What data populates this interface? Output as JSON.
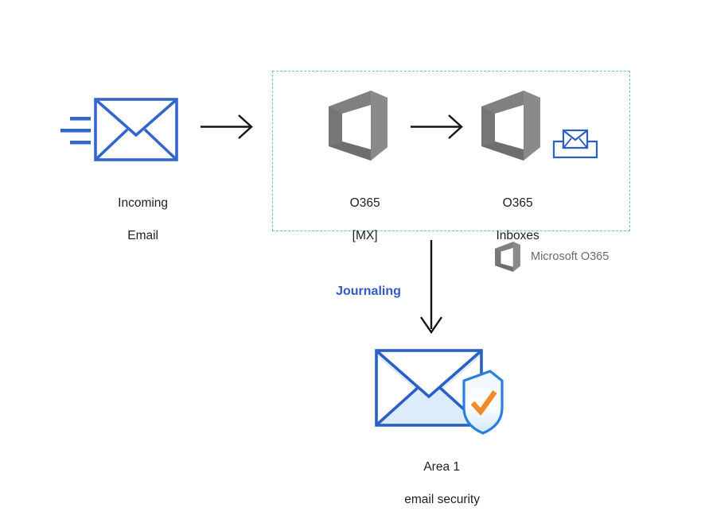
{
  "diagram": {
    "title_visible": false,
    "background": "#ffffff",
    "colors": {
      "envelope_blue": "#3366cc",
      "envelope_dark_blue": "#2b5fc4",
      "envelope_fill_light": "#dcecfb",
      "office_gray": "#808080",
      "office_gray_dark": "#6e6e6e",
      "dashed_teal": "#6cc0d4",
      "arrow_black": "#141414",
      "journaling_blue": "#2f5bc4",
      "shield_orange": "#f08a2a",
      "shield_fill": "#cfe9fb",
      "legend_gray_text": "#6b6b6b"
    },
    "zone": {
      "name": "o365-boundary",
      "style": "dashed"
    },
    "nodes": [
      {
        "id": "incoming-email",
        "icon": "envelope-icon",
        "label_lines": [
          "Incoming",
          "Email"
        ]
      },
      {
        "id": "o365-mx",
        "icon": "office-logo-icon",
        "label_lines": [
          "O365",
          "[MX]"
        ]
      },
      {
        "id": "o365-inboxes",
        "icon": "office-logo-icon",
        "label_lines": [
          "O365",
          "Inboxes"
        ],
        "badge_icon": "inbox-tray-envelope-icon"
      },
      {
        "id": "area1-email-security",
        "icon": "shielded-envelope-icon",
        "label_lines": [
          "Area 1",
          "email security"
        ]
      }
    ],
    "edges": [
      {
        "id": "edge-incoming-to-mx",
        "direction": "right",
        "label": ""
      },
      {
        "id": "edge-mx-to-inboxes",
        "direction": "right",
        "label": ""
      },
      {
        "id": "edge-inboxes-to-area1",
        "direction": "down",
        "label": "Journaling"
      }
    ],
    "legend": {
      "icon": "office-logo-icon",
      "text": "Microsoft O365"
    },
    "labels": {
      "incoming_email_line1": "Incoming",
      "incoming_email_line2": "Email",
      "o365_mx_line1": "O365",
      "o365_mx_line2": "[MX]",
      "o365_inboxes_line1": "O365",
      "o365_inboxes_line2": "Inboxes",
      "journaling": "Journaling",
      "legend_microsoft_o365": "Microsoft O365",
      "area1_line1": "Area 1",
      "area1_line2": "email security"
    }
  }
}
